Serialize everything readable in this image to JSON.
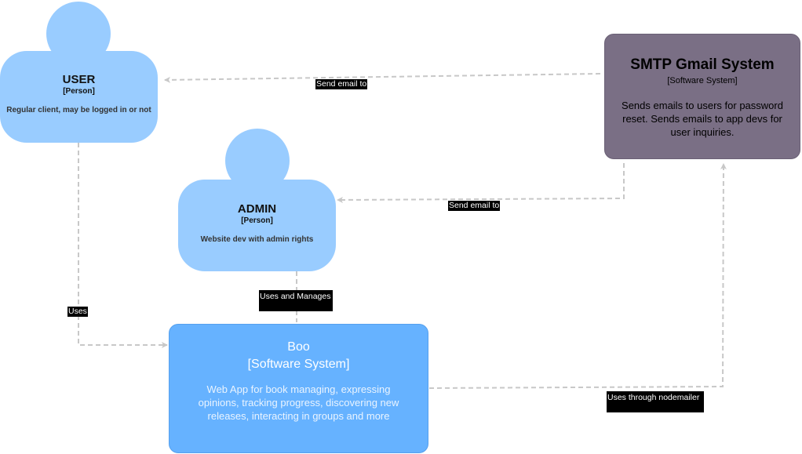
{
  "nodes": {
    "user": {
      "name": "USER",
      "type": "[Person]",
      "description": "Regular client, may be logged in or not"
    },
    "admin": {
      "name": "ADMIN",
      "type": "[Person]",
      "description": "Website dev with admin rights"
    },
    "smtp": {
      "name": "SMTP Gmail System",
      "type": "[Software System]",
      "description": "Sends emails to users for password reset. Sends emails to app devs for user inquiries."
    },
    "boo": {
      "name": "Boo",
      "type": "[Software System]",
      "description": "Web App for book managing, expressing opinions, tracking progress, discovering new releases, interacting in groups and more"
    }
  },
  "edges": [
    {
      "from": "smtp",
      "to": "user",
      "label": "Send email to"
    },
    {
      "from": "smtp",
      "to": "admin",
      "label": "Send email to"
    },
    {
      "from": "user",
      "to": "boo",
      "label": "Uses"
    },
    {
      "from": "admin",
      "to": "boo",
      "label": "Uses and Manages"
    },
    {
      "from": "boo",
      "to": "smtp",
      "label": "Uses through nodemailer"
    }
  ],
  "colors": {
    "person": "#99ccff",
    "external_system": "#7a6f85",
    "internal_system": "#66b2ff",
    "edge": "#c8c8c8",
    "label_bg": "#000000"
  }
}
